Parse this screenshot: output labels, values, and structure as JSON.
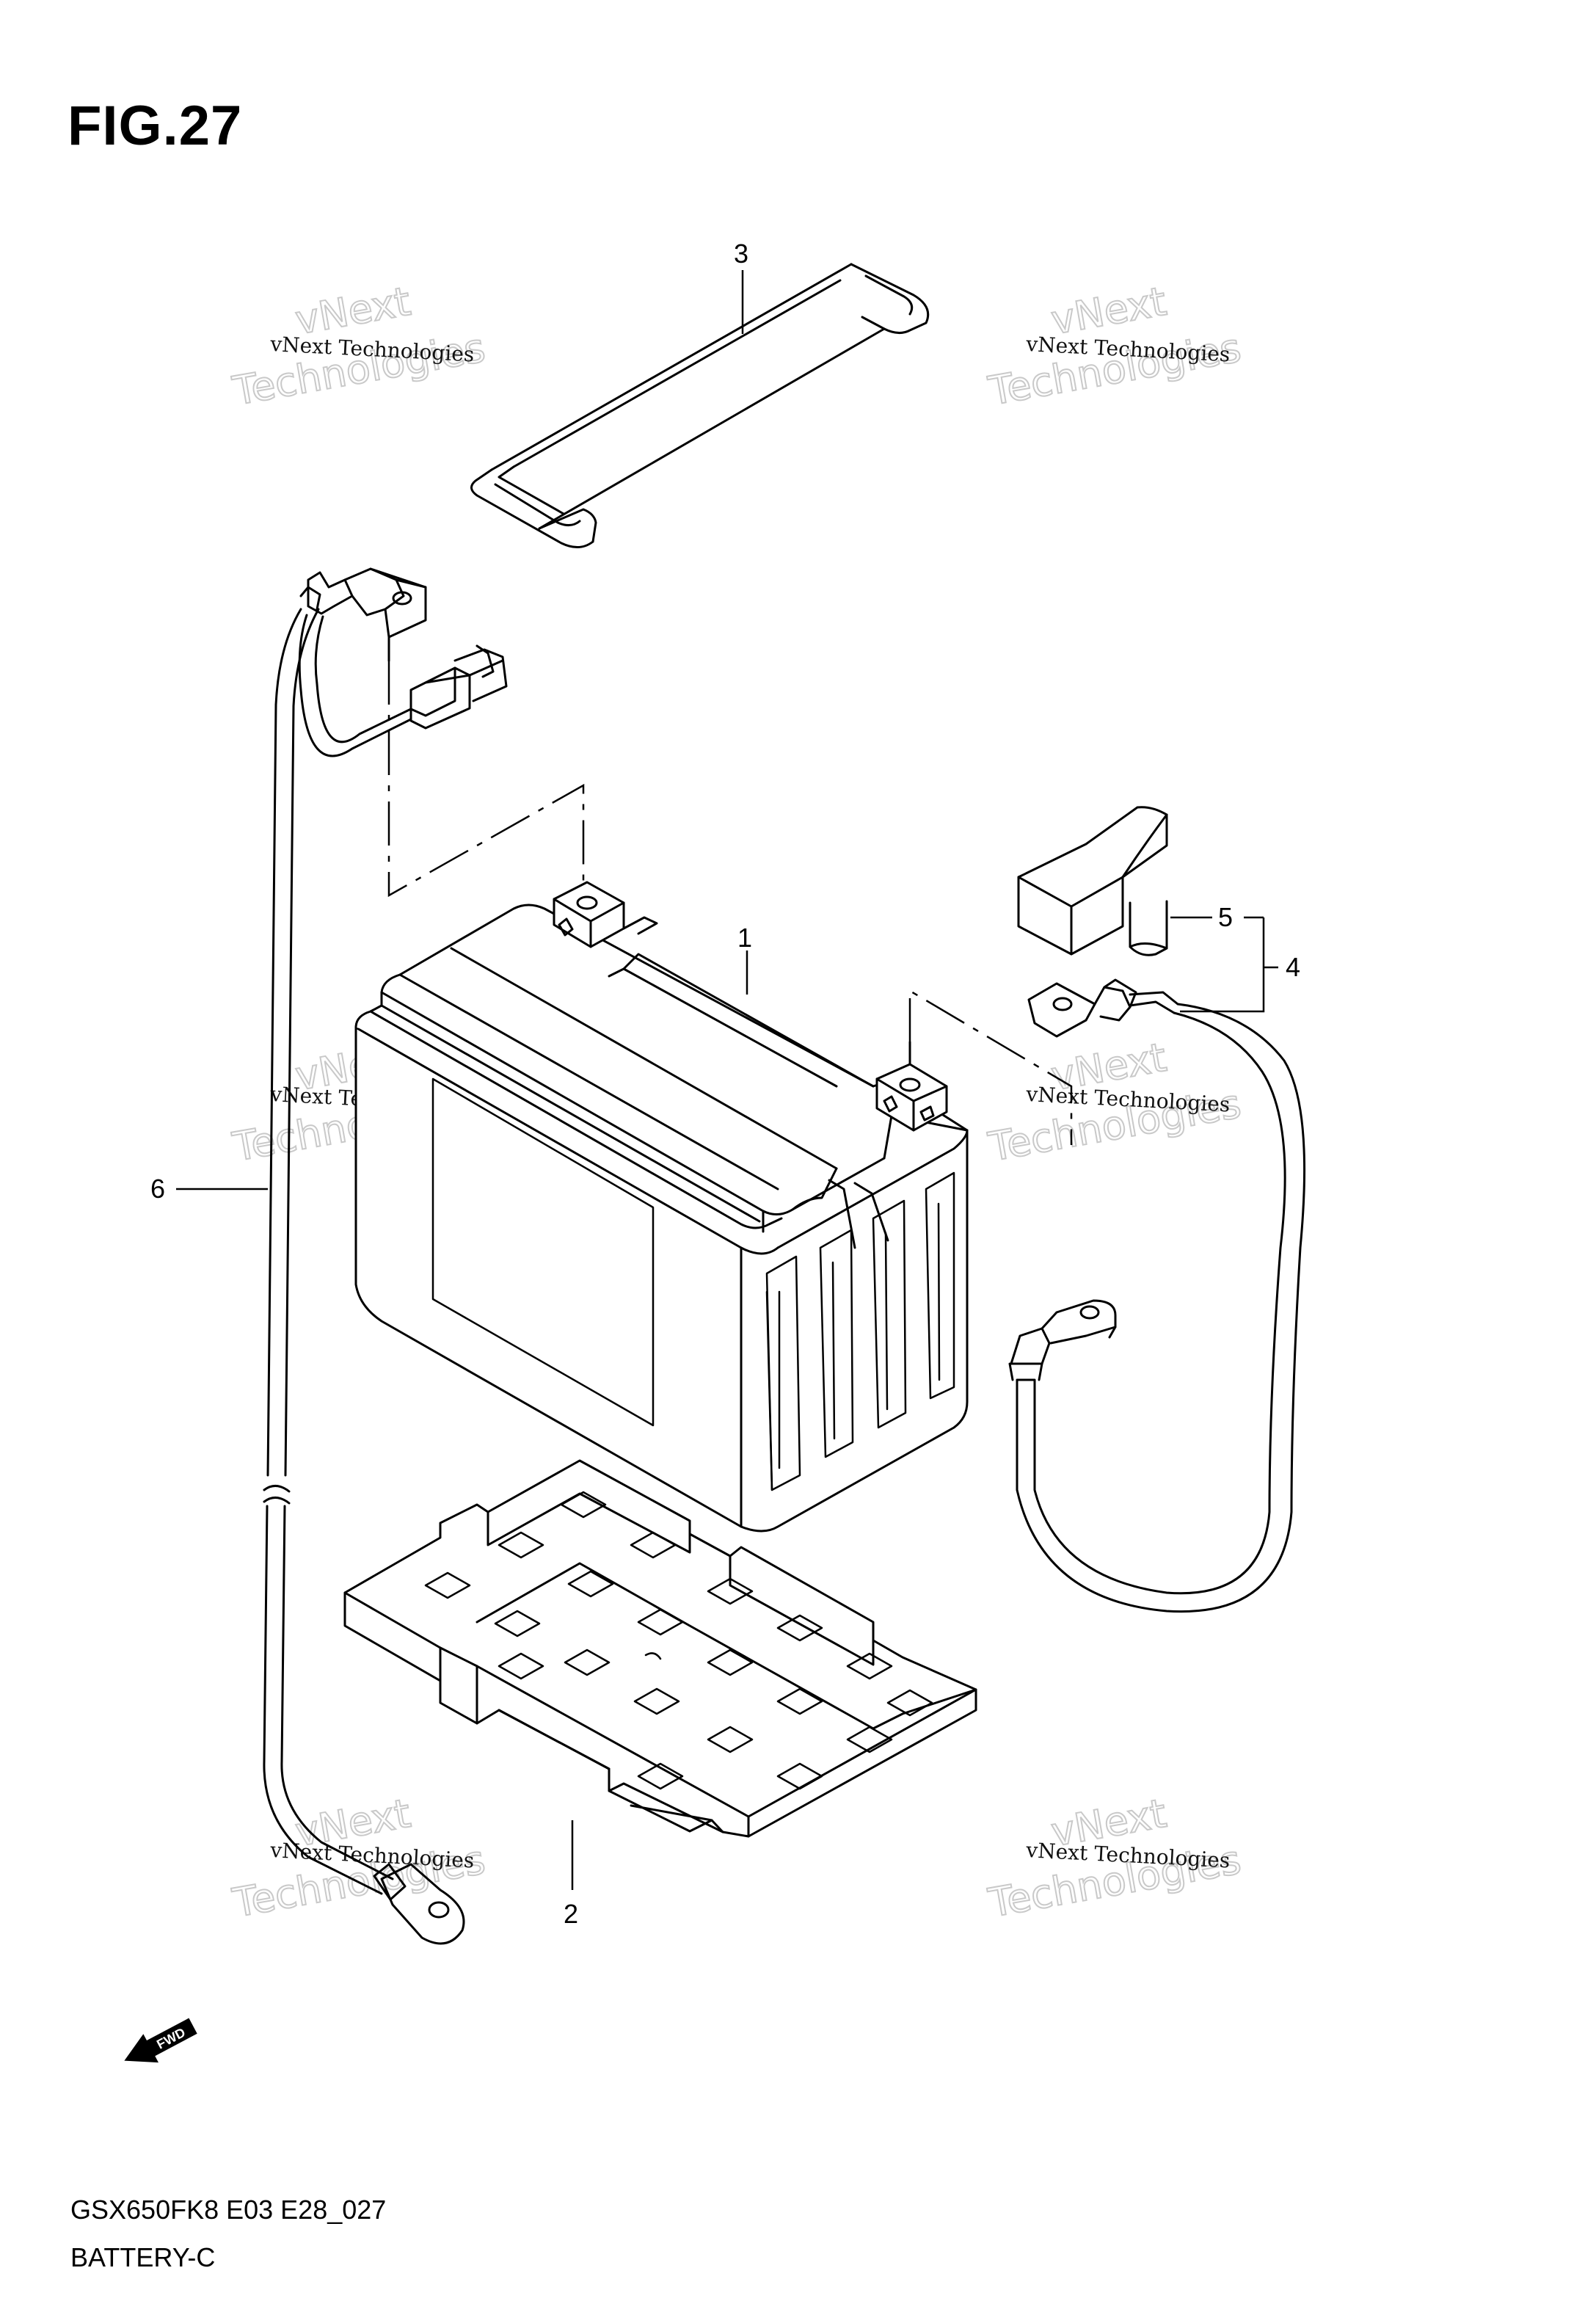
{
  "figure": {
    "title": "FIG.27",
    "model_code": "GSX650FK8 E03 E28_027",
    "section": "BATTERY-C"
  },
  "parts": [
    {
      "number": "1",
      "component": "battery"
    },
    {
      "number": "2",
      "component": "battery tray"
    },
    {
      "number": "3",
      "component": "battery strap"
    },
    {
      "number": "4",
      "component": "negative cable assembly"
    },
    {
      "number": "5",
      "component": "terminal cover"
    },
    {
      "number": "6",
      "component": "positive cable"
    }
  ],
  "watermark": {
    "brand_a": "vNext",
    "brand_b": "Technologies",
    "caption": "vNext Technologies"
  },
  "fwd_badge": "FWD"
}
